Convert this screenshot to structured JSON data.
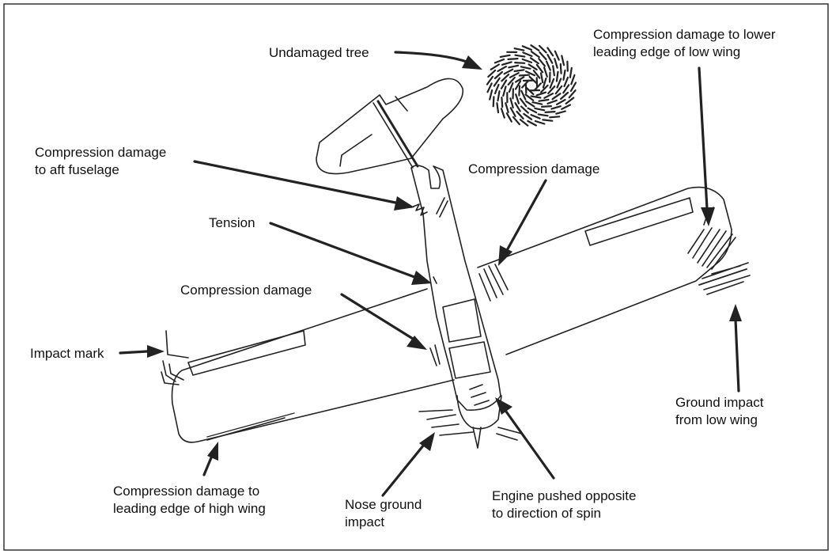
{
  "labels": {
    "undamaged_tree": "Undamaged tree",
    "compression_aft_fuselage": "Compression damage\nto aft fuselage",
    "compression_damage_right": "Compression damage",
    "compression_lower_leading_edge": "Compression damage to lower\nleading edge of low wing",
    "tension": "Tension",
    "compression_damage_left": "Compression damage",
    "impact_mark": "Impact mark",
    "ground_impact_low_wing": "Ground impact\nfrom low wing",
    "compression_high_wing": "Compression damage to\nleading edge of high wing",
    "nose_ground_impact": "Nose ground\nimpact",
    "engine_pushed": "Engine pushed opposite\nto direction of spin"
  },
  "colors": {
    "ink": "#222222",
    "border": "#333333",
    "background": "#ffffff"
  }
}
